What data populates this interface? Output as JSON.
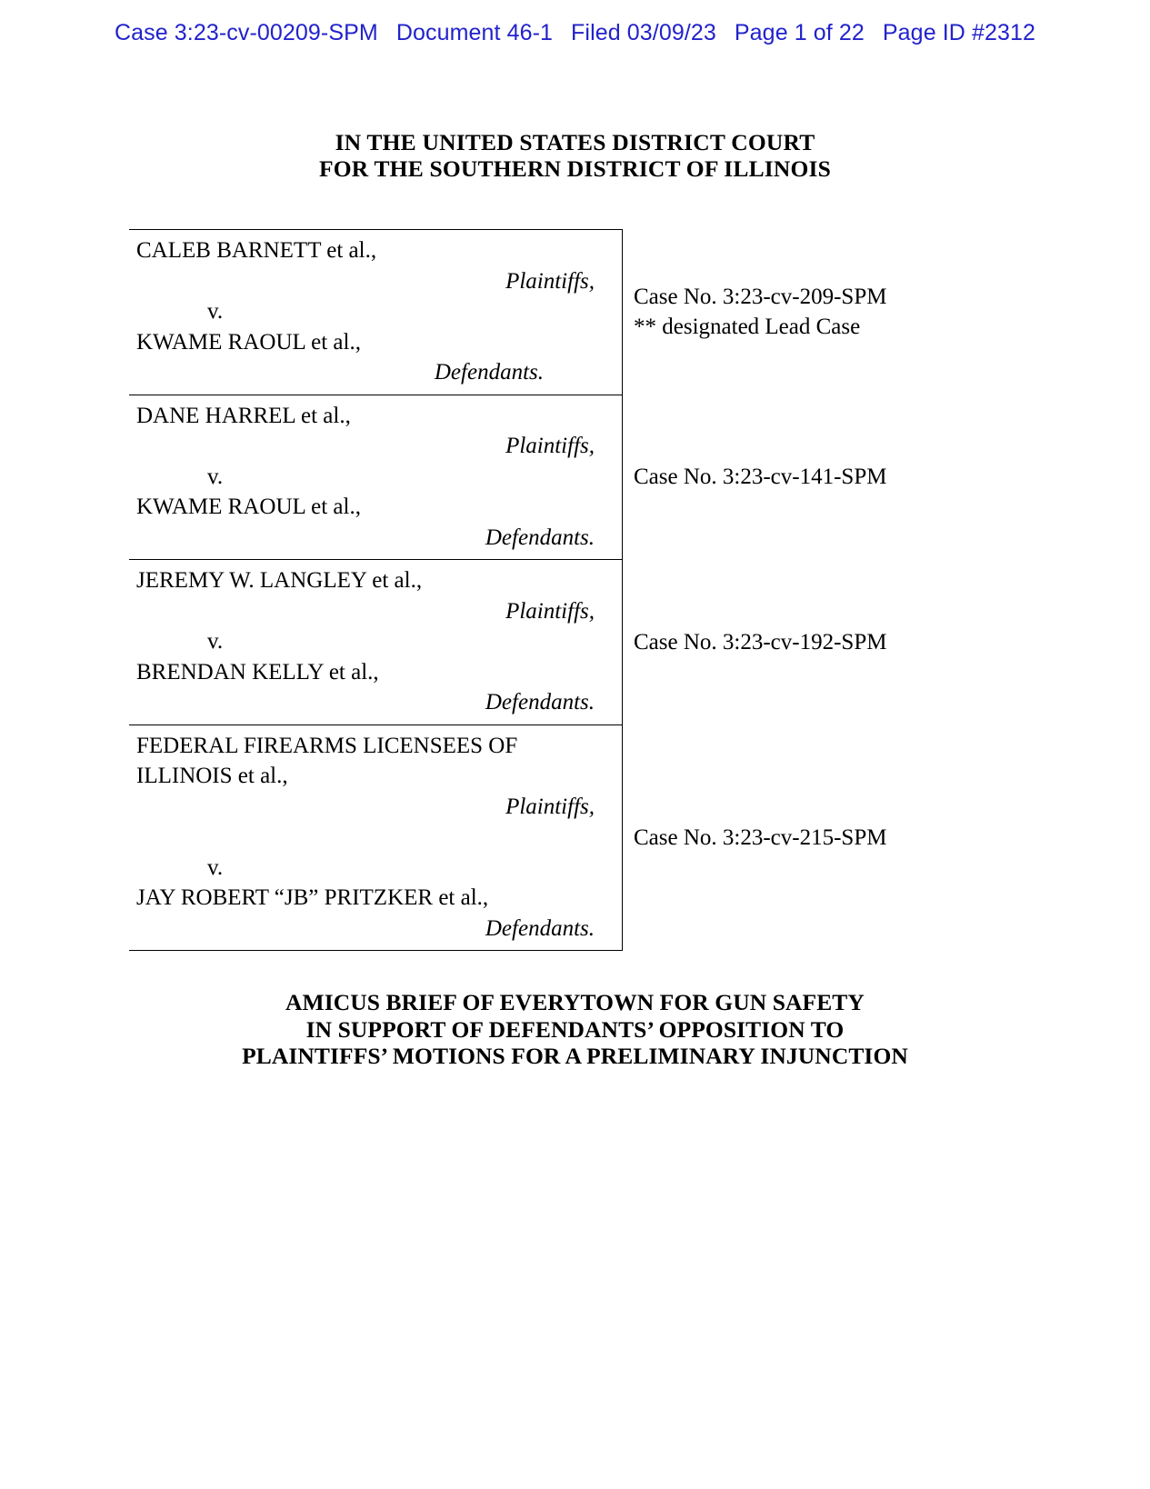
{
  "ecf_header": {
    "case": "Case 3:23-cv-00209-SPM",
    "document": "Document 46-1",
    "filed": "Filed 03/09/23",
    "page": "Page 1 of 22",
    "page_id": "Page ID #2312",
    "color": "#2222cc"
  },
  "court": {
    "line1": "IN THE UNITED STATES DISTRICT COURT",
    "line2": "FOR THE SOUTHERN DISTRICT OF ILLINOIS"
  },
  "caption": {
    "rows": [
      {
        "plaintiff": "CALEB BARNETT et al.,",
        "plaintiff_role": "Plaintiffs,",
        "versus": "v.",
        "defendant": "KWAME RAOUL et al.,",
        "defendant_role": "Defendants.",
        "case_no": "Case No. 3:23-cv-209-SPM",
        "lead_note": "** designated Lead Case"
      },
      {
        "plaintiff": "DANE HARREL et al.,",
        "plaintiff_role": "Plaintiffs,",
        "versus": "v.",
        "defendant": "KWAME RAOUL et al.,",
        "defendant_role": "Defendants.",
        "case_no": "Case No. 3:23-cv-141-SPM",
        "lead_note": ""
      },
      {
        "plaintiff": "JEREMY W. LANGLEY et al.,",
        "plaintiff_role": "Plaintiffs,",
        "versus": "v.",
        "defendant": "BRENDAN KELLY et al.,",
        "defendant_role": "Defendants.",
        "case_no": "Case No. 3:23-cv-192-SPM",
        "lead_note": ""
      },
      {
        "plaintiff": "FEDERAL FIREARMS LICENSEES OF",
        "plaintiff_line2": "ILLINOIS et al.,",
        "plaintiff_role": "Plaintiffs,",
        "versus": "v.",
        "defendant": "JAY ROBERT “JB” PRITZKER et al.,",
        "defendant_role": "Defendants.",
        "case_no": "Case No. 3:23-cv-215-SPM",
        "lead_note": ""
      }
    ]
  },
  "brief_title": {
    "line1": "AMICUS BRIEF OF EVERYTOWN FOR GUN SAFETY",
    "line2": "IN SUPPORT OF DEFENDANTS’ OPPOSITION TO",
    "line3": "PLAINTIFFS’ MOTIONS FOR A PRELIMINARY INJUNCTION"
  }
}
